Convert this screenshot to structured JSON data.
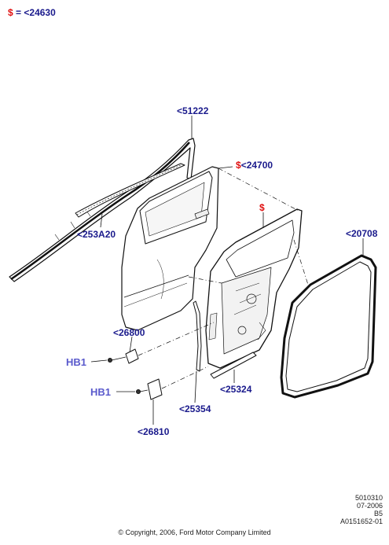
{
  "legend": {
    "symbol": "$",
    "equals": "=",
    "part": "<24630"
  },
  "callouts": {
    "part_51222": "<51222",
    "part_24700_symbol": "$",
    "part_24700": "<24700",
    "part_253A20": "<253A20",
    "part_inner_symbol": "$",
    "part_20708": "<20708",
    "part_26800": "<26800",
    "hb1_upper": "HB1",
    "hb1_lower": "HB1",
    "part_25324": "<25324",
    "part_25354": "<25354",
    "part_26810": "<26810"
  },
  "footer": {
    "code1": "5010310",
    "date": "07-2006",
    "code2": "B5",
    "ref": "A0151652-01",
    "copyright": "© Copyright, 2006, Ford Motor Company Limited"
  },
  "colors": {
    "label": "#1a1a8c",
    "symbol": "#e01010",
    "hb": "#5a5acc"
  }
}
